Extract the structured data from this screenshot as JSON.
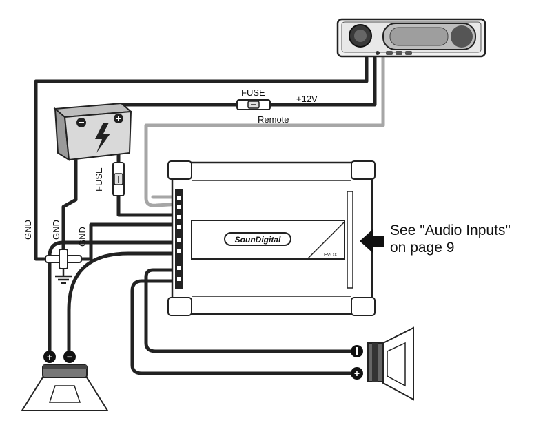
{
  "labels": {
    "fuse_top": "FUSE",
    "plus12v": "+12V",
    "remote": "Remote",
    "fuse_side": "FUSE",
    "gnd_left": "GND",
    "gnd_mid": "GND",
    "gnd_right": "GND"
  },
  "amplifier": {
    "brand": "SounDigital",
    "model": "EVOX"
  },
  "note": {
    "line1": "See \"Audio Inputs\"",
    "line2": "on page 9"
  },
  "terminals": {
    "plus": "+",
    "minus": "−"
  },
  "colors": {
    "wire": "#222222",
    "remote_wire": "#a6a6a6",
    "battery": "#d9d9d9"
  }
}
